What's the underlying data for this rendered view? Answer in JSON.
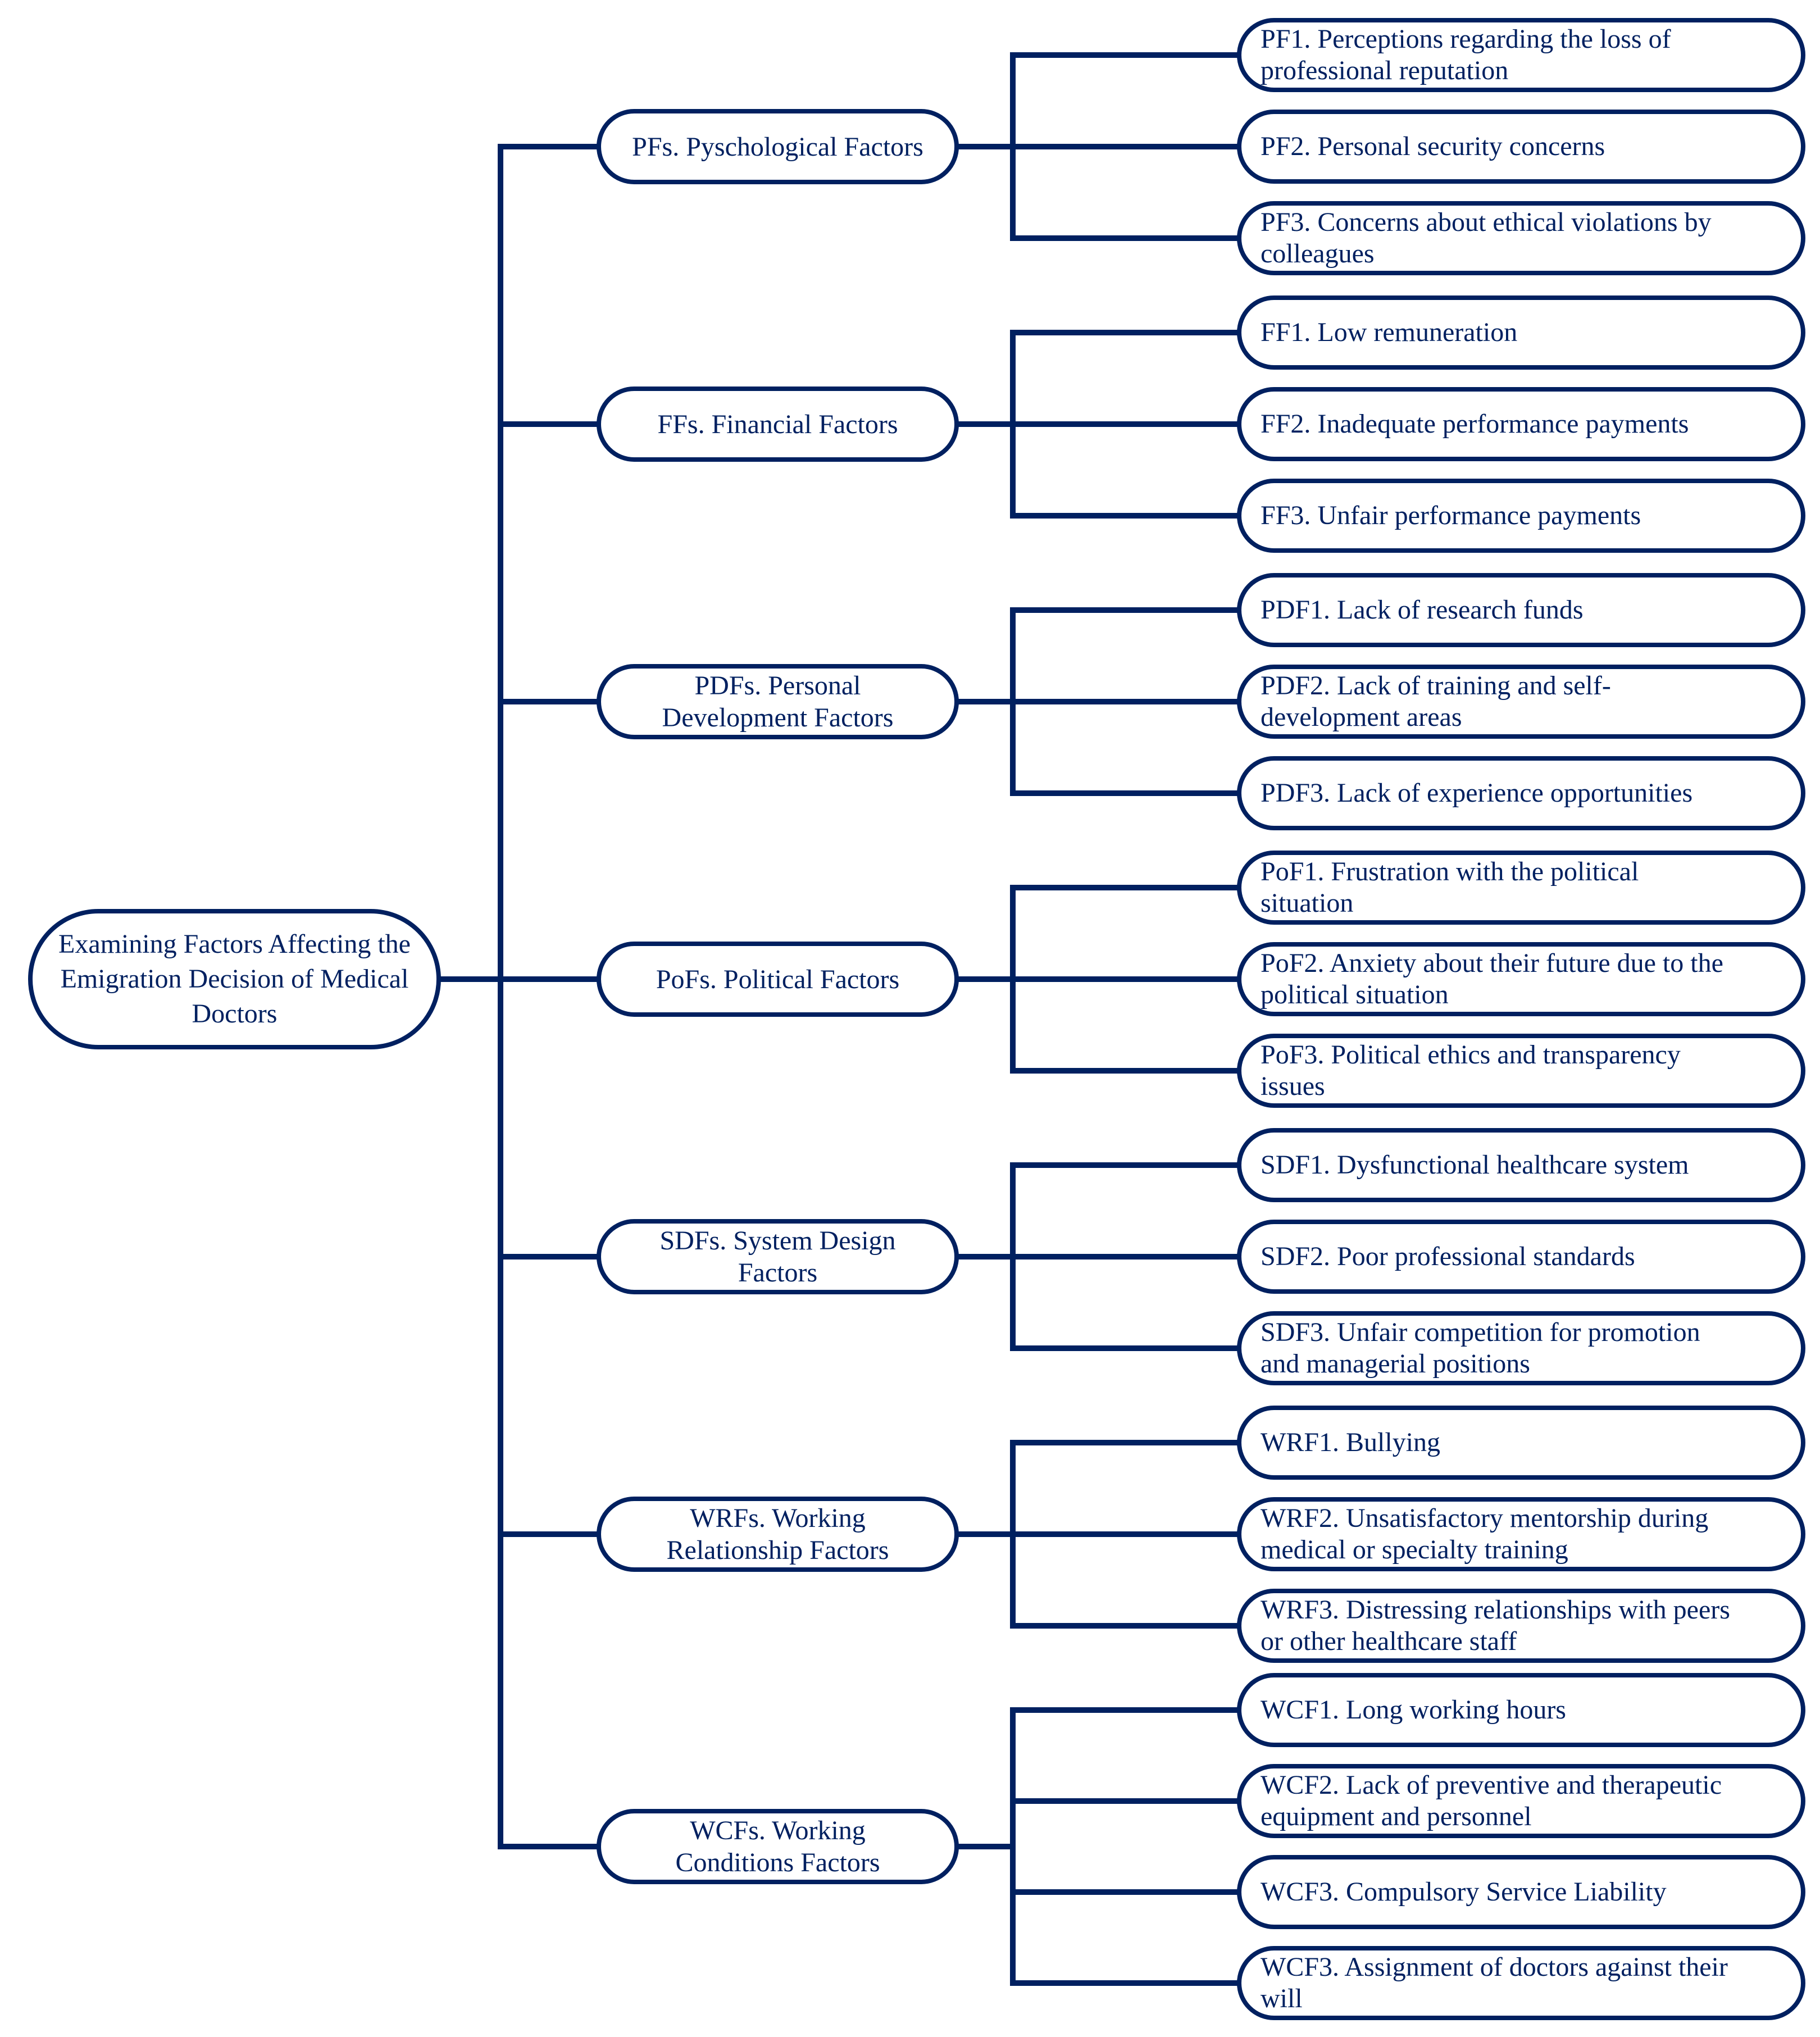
{
  "colors": {
    "ink": "#002060",
    "background": "#ffffff"
  },
  "root": {
    "lines": [
      "Examining Factors Affecting the",
      "Emigration Decision of Medical",
      "Doctors"
    ]
  },
  "groups": [
    {
      "code": "PFs",
      "category": {
        "lines": [
          "PFs. Pyschological Factors"
        ]
      },
      "leaves": [
        {
          "code": "PF1",
          "lines": [
            "PF1. Perceptions regarding the loss of",
            "professional reputation"
          ]
        },
        {
          "code": "PF2",
          "lines": [
            "PF2. Personal security concerns"
          ]
        },
        {
          "code": "PF3",
          "lines": [
            "PF3. Concerns about ethical violations by",
            "colleagues"
          ]
        }
      ]
    },
    {
      "code": "FFs",
      "category": {
        "lines": [
          "FFs. Financial Factors"
        ]
      },
      "leaves": [
        {
          "code": "FF1",
          "lines": [
            "FF1. Low remuneration"
          ]
        },
        {
          "code": "FF2",
          "lines": [
            "FF2. Inadequate performance payments"
          ]
        },
        {
          "code": "FF3",
          "lines": [
            "FF3. Unfair performance payments"
          ]
        }
      ]
    },
    {
      "code": "PDFs",
      "category": {
        "lines": [
          "PDFs. Personal",
          "Development Factors"
        ]
      },
      "leaves": [
        {
          "code": "PDF1",
          "lines": [
            "PDF1. Lack of research funds"
          ]
        },
        {
          "code": "PDF2",
          "lines": [
            "PDF2. Lack of training and self-",
            "development areas"
          ]
        },
        {
          "code": "PDF3",
          "lines": [
            "PDF3. Lack of experience opportunities"
          ]
        }
      ]
    },
    {
      "code": "PoFs",
      "category": {
        "lines": [
          "PoFs. Political Factors"
        ]
      },
      "leaves": [
        {
          "code": "PoF1",
          "lines": [
            "PoF1. Frustration with the political",
            "situation"
          ]
        },
        {
          "code": "PoF2",
          "lines": [
            "PoF2. Anxiety about their future due to the",
            "political situation"
          ]
        },
        {
          "code": "PoF3",
          "lines": [
            "PoF3. Political ethics and transparency",
            "issues"
          ]
        }
      ]
    },
    {
      "code": "SDFs",
      "category": {
        "lines": [
          "SDFs. System Design",
          "Factors"
        ]
      },
      "leaves": [
        {
          "code": "SDF1",
          "lines": [
            "SDF1. Dysfunctional healthcare system"
          ]
        },
        {
          "code": "SDF2",
          "lines": [
            "SDF2. Poor professional standards"
          ]
        },
        {
          "code": "SDF3",
          "lines": [
            "SDF3. Unfair competition for promotion",
            "and managerial positions"
          ]
        }
      ]
    },
    {
      "code": "WRFs",
      "category": {
        "lines": [
          "WRFs. Working",
          "Relationship Factors"
        ]
      },
      "leaves": [
        {
          "code": "WRF1",
          "lines": [
            "WRF1. Bullying"
          ]
        },
        {
          "code": "WRF2",
          "lines": [
            "WRF2. Unsatisfactory mentorship during",
            "medical or specialty training"
          ]
        },
        {
          "code": "WRF3",
          "lines": [
            "WRF3. Distressing relationships with peers",
            "or other healthcare staff"
          ]
        }
      ]
    },
    {
      "code": "WCFs",
      "category": {
        "lines": [
          "WCFs. Working",
          "Conditions Factors"
        ]
      },
      "leaves": [
        {
          "code": "WCF1",
          "lines": [
            "WCF1. Long working hours"
          ]
        },
        {
          "code": "WCF2",
          "lines": [
            "WCF2. Lack of preventive and therapeutic",
            "equipment and personnel"
          ]
        },
        {
          "code": "WCF3",
          "lines": [
            "WCF3. Compulsory Service Liability"
          ]
        },
        {
          "code": "WCF3b",
          "lines": [
            "WCF3. Assignment of doctors against their",
            "will"
          ]
        }
      ]
    }
  ]
}
